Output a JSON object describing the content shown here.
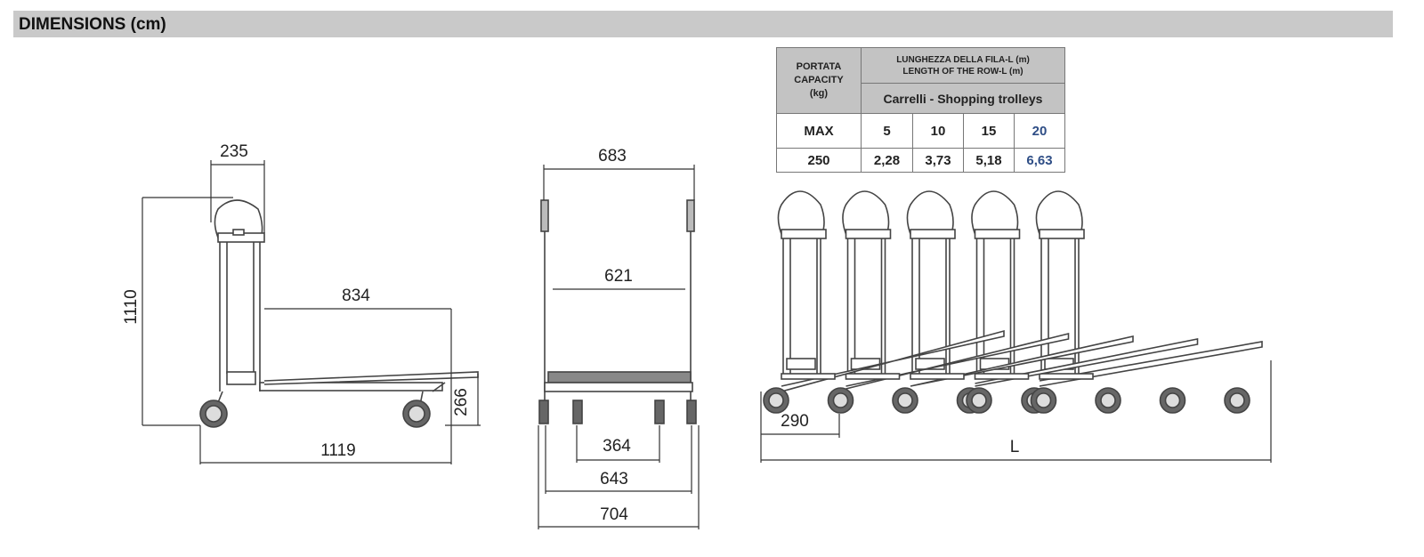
{
  "header": {
    "title": "DIMENSIONS (cm)"
  },
  "side_view": {
    "handle_width": "235",
    "height": "1110",
    "platform_length": "834",
    "platform_height": "266",
    "total_length": "1119"
  },
  "front_view": {
    "top_width": "683",
    "inner_width": "621",
    "wheel_inner": "364",
    "wheel_outer": "643",
    "total_width": "704"
  },
  "row_view": {
    "pitch": "290",
    "length_label": "L",
    "trolley_count": 5
  },
  "table": {
    "capacity_header": [
      "PORTATA",
      "CAPACITY",
      "(kg)"
    ],
    "length_header": [
      "LUNGHEZZA DELLA FILA-L (m)",
      "LENGTH OF THE ROW-L (m)"
    ],
    "subheader": "Carrelli - Shopping trolleys",
    "rows": [
      [
        "MAX",
        "5",
        "10",
        "15",
        "20"
      ],
      [
        "250",
        "2,28",
        "3,73",
        "5,18",
        "6,63"
      ]
    ],
    "highlight_color": "#2f4e86"
  }
}
